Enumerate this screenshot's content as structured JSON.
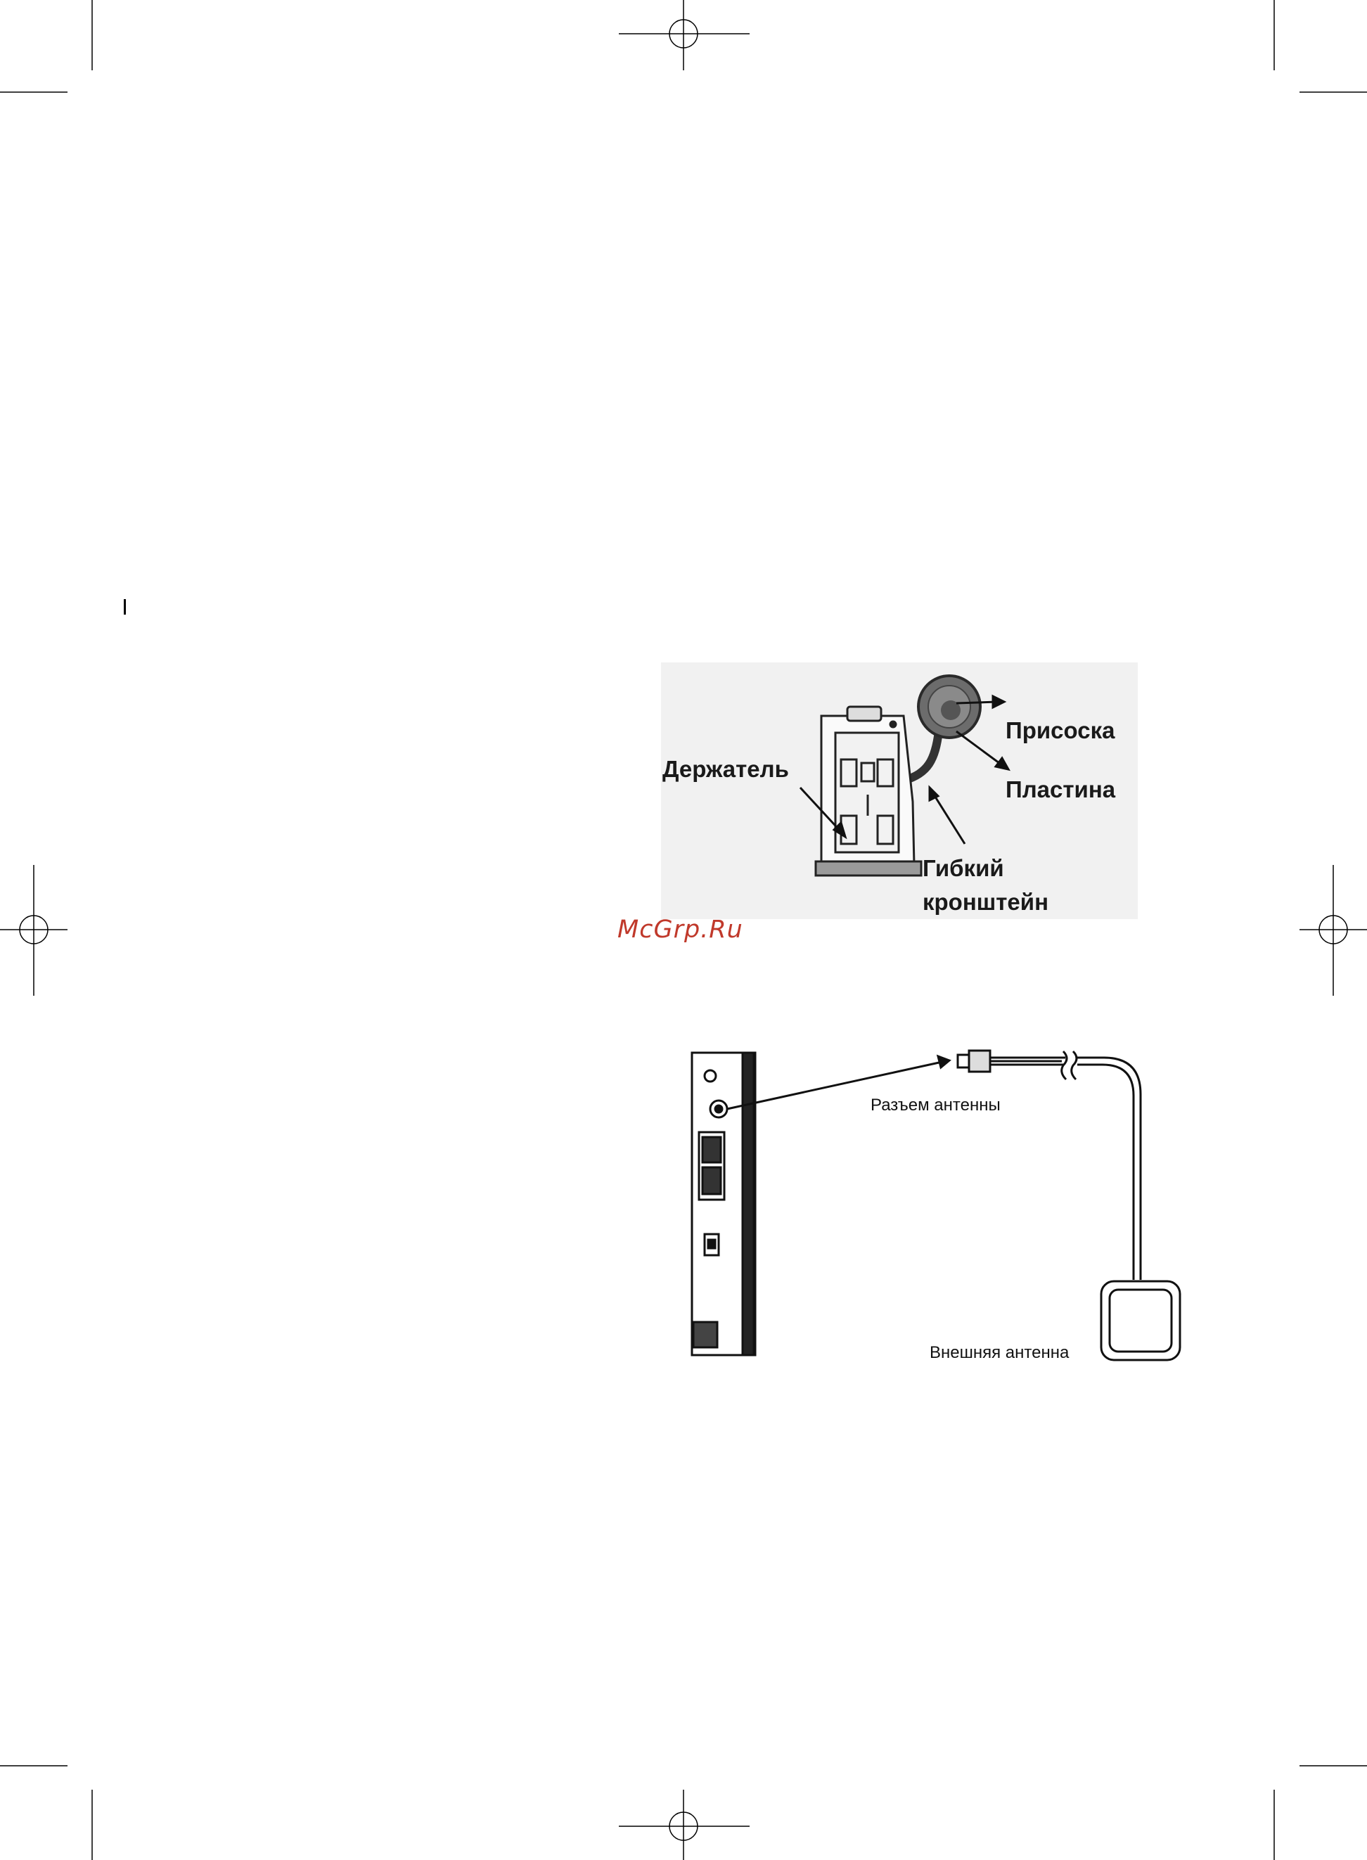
{
  "colors": {
    "watermark": "#c0392b",
    "ink": "#1a1a1a",
    "photo_background": "#f1f1f1"
  },
  "mount_figure": {
    "holder_label": "Держатель",
    "suction_cup_label": "Присоска",
    "plate_label": "Пластина",
    "flexible_bracket_line1": "Гибкий",
    "flexible_bracket_line2": "кронштейн"
  },
  "watermark": "McGrp.Ru",
  "antenna_figure": {
    "connector_label": "Разъем антенны",
    "external_antenna_label": "Внешняя антенна"
  },
  "icons": [
    "registration-mark-icon",
    "crop-mark-icon",
    "arrow-icon"
  ]
}
